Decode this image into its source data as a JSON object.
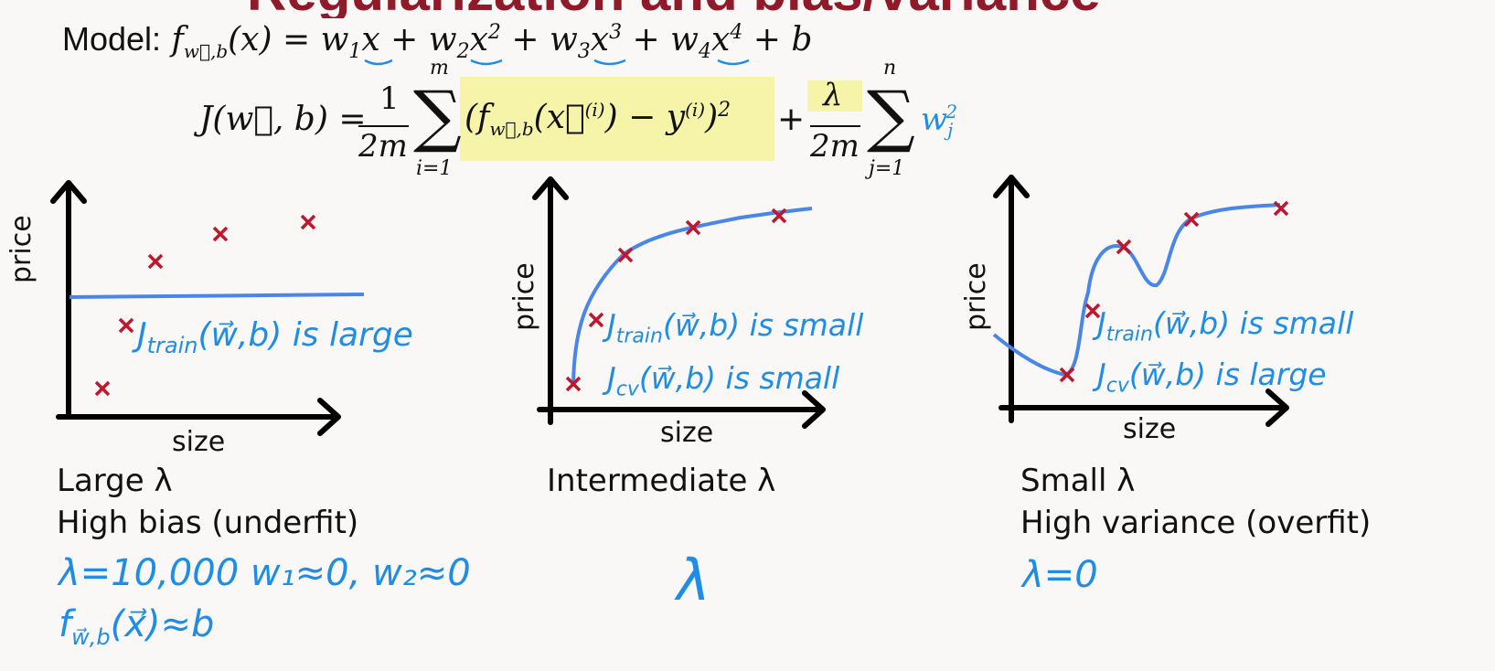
{
  "title": "Regularization and bias/variance",
  "model": {
    "label": "Model:",
    "function": "f w,b (x) = w1 x + w2 x² + w3 x³ + w4 x⁴ + b",
    "parts": {
      "f": "f",
      "sub": "w⃗,b",
      "x": "(x) = ",
      "w1": "w",
      "w1s": "1",
      "t1": "x + ",
      "w2": "w",
      "w2s": "2",
      "t2": "x",
      "p2": "2",
      "t2b": " + ",
      "w3": "w",
      "w3s": "3",
      "t3": "x",
      "p3": "3",
      "t3b": " + ",
      "w4": "w",
      "w4s": "4",
      "t4": "x",
      "p4": "4",
      "t4b": " + b"
    }
  },
  "cost": {
    "lhs": "J(w⃗, b) = ",
    "frac1_num": "1",
    "frac1_den": "2m",
    "sum1_top": "m",
    "sum1_bot": "i=1",
    "term": "(f",
    "term_sub": "w⃗,b",
    "term_mid": "(x⃗",
    "term_sup_i": "(i)",
    "term_end": ") − y",
    "term_sup_y": "(i)",
    "term_close": ")",
    "term_pow": "2",
    "plus": "+",
    "lambda": "λ",
    "frac2_den": "2m",
    "sum2_top": "n",
    "sum2_bot": "j=1",
    "w": "w",
    "w_sub": "j",
    "w_pow": "2"
  },
  "plots": [
    {
      "ylabel": "price",
      "xlabel": "size",
      "annotations": [
        "J",
        "train",
        "(w⃗,b) is large"
      ],
      "caption": [
        "Large λ",
        "High bias (underfit)"
      ],
      "notes": [
        "λ=10,000   w₁≈0, w₂≈0",
        "f",
        "w⃗,b",
        "(x⃗)≈b"
      ]
    },
    {
      "ylabel": "price",
      "xlabel": "size",
      "annotations": [
        "J",
        "train",
        "(w⃗,b) is small",
        "J",
        "cv",
        "(w⃗,b) is small"
      ],
      "caption": [
        "Intermediate λ"
      ],
      "notes": [
        "λ"
      ]
    },
    {
      "ylabel": "price",
      "xlabel": "size",
      "annotations": [
        "J",
        "train",
        "(w⃗,b) is small",
        "J",
        "cv",
        "(w⃗,b) is large"
      ],
      "caption": [
        "Small λ",
        "High variance (overfit)"
      ],
      "notes": [
        "λ=0"
      ]
    }
  ],
  "colors": {
    "curve": "#4a86e8",
    "marker": "#c0172d",
    "highlight": "#f6f4a8",
    "ink": "#1f8de6",
    "title": "#8e1a2a"
  }
}
